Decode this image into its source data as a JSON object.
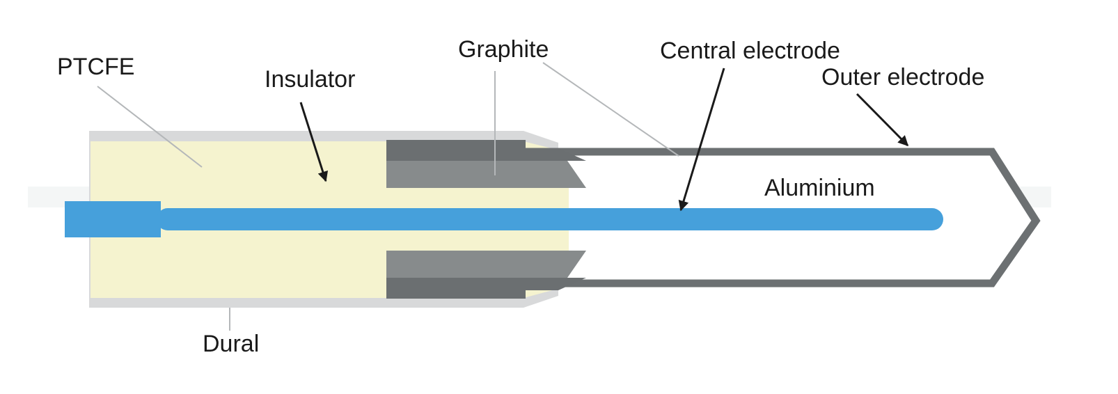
{
  "diagram": {
    "labels": {
      "ptcfe": "PTCFE",
      "insulator": "Insulator",
      "graphite": "Graphite",
      "central_electrode": "Central electrode",
      "outer_electrode": "Outer electrode",
      "aluminium": "Aluminium",
      "dural": "Dural"
    },
    "colors": {
      "background": "#ffffff",
      "ptcfe": "#f5f3cf",
      "dural": "#d8d9da",
      "graphite_outer": "#6b6f71",
      "graphite_inner": "#878b8c",
      "outer_electrode": "#6c7072",
      "central_electrode": "#46a0db",
      "arrow": "#1a1a1a",
      "leader_line": "#b4b7b9",
      "label_text": "#1a1a1a"
    }
  }
}
